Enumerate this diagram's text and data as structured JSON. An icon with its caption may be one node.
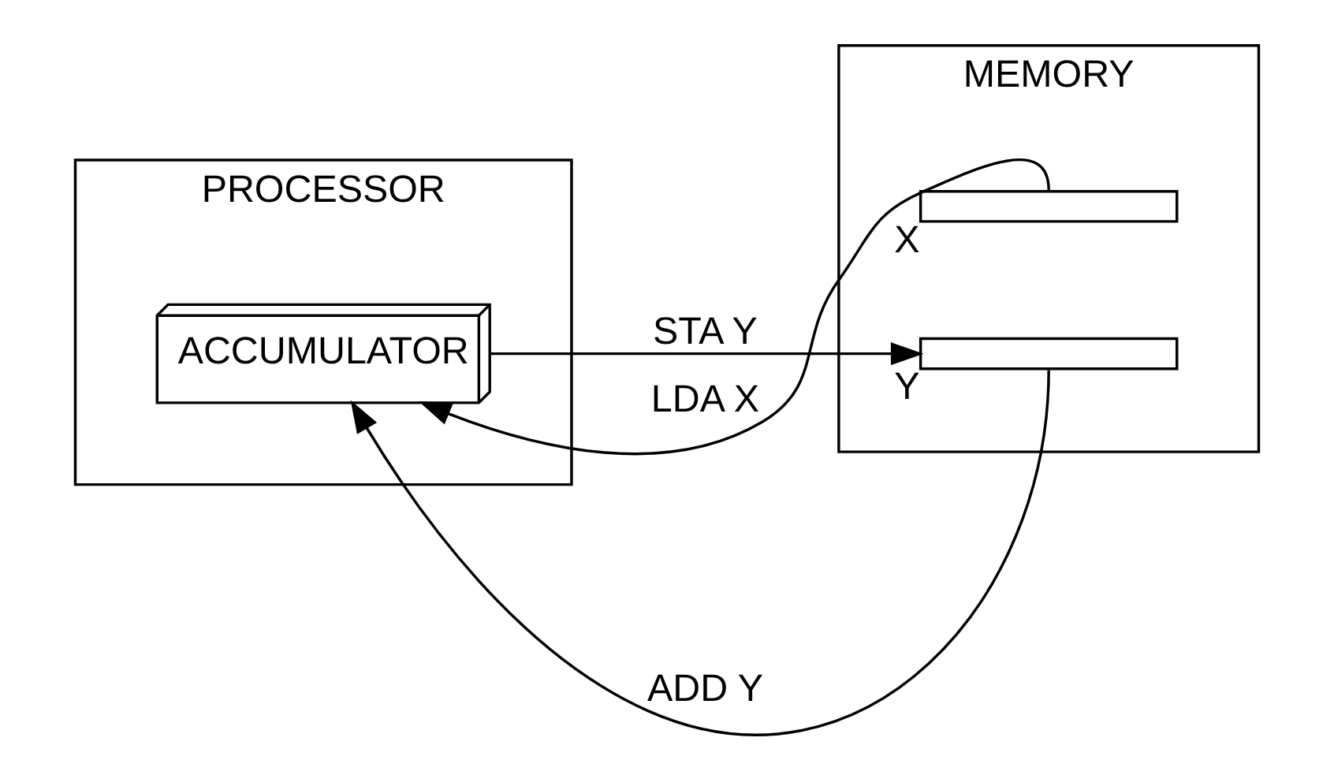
{
  "diagram": {
    "nodes": [
      {
        "text": [
          "PROCESSOR"
        ]
      },
      {
        "text": [
          "ACCUMULATOR"
        ],
        "in": 0
      },
      {
        "text": [
          "MEMORY"
        ]
      },
      {
        "text": [],
        "shape": "bar",
        "in": 2,
        "beside": [
          "X"
        ]
      },
      {
        "text": [],
        "shape": "bar",
        "in": 2,
        "beside": [
          "Y"
        ]
      }
    ],
    "edges": [
      {
        "from": 3,
        "to": 1,
        "arrow": "to",
        "label": "LDA X"
      },
      {
        "from": 4,
        "to": 1,
        "arrow": "to",
        "label": "ADD Y"
      },
      {
        "from": 1,
        "to": 4,
        "arrow": "to",
        "label": "STA Y"
      }
    ]
  }
}
